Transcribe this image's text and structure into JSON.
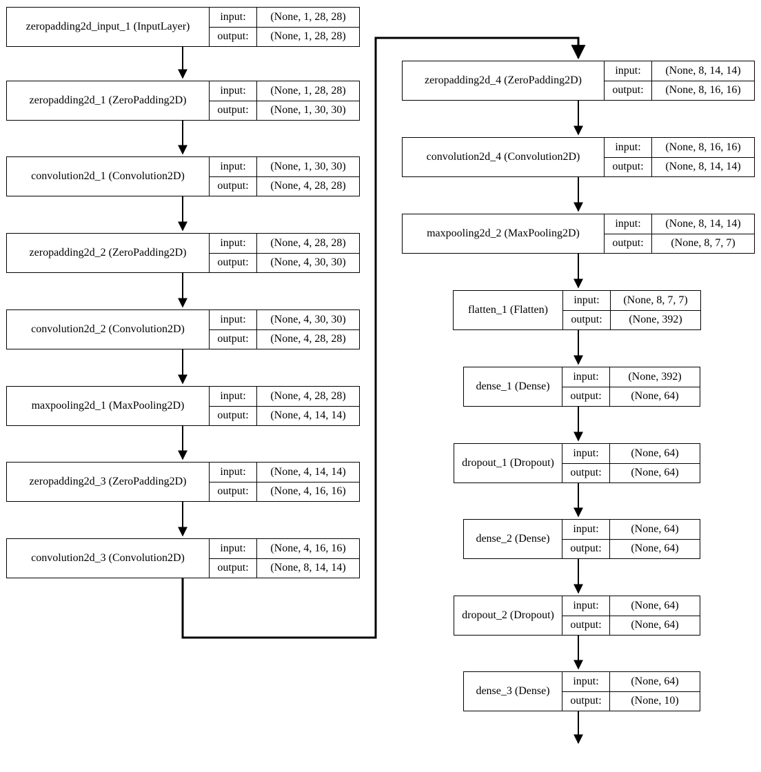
{
  "labels": {
    "input": "input:",
    "output": "output:"
  },
  "nodes": [
    {
      "name": "zeropadding2d_input_1 (InputLayer)",
      "input": "(None, 1, 28, 28)",
      "output": "(None, 1, 28, 28)"
    },
    {
      "name": "zeropadding2d_1 (ZeroPadding2D)",
      "input": "(None, 1, 28, 28)",
      "output": "(None, 1, 30, 30)"
    },
    {
      "name": "convolution2d_1 (Convolution2D)",
      "input": "(None, 1, 30, 30)",
      "output": "(None, 4, 28, 28)"
    },
    {
      "name": "zeropadding2d_2 (ZeroPadding2D)",
      "input": "(None, 4, 28, 28)",
      "output": "(None, 4, 30, 30)"
    },
    {
      "name": "convolution2d_2 (Convolution2D)",
      "input": "(None, 4, 30, 30)",
      "output": "(None, 4, 28, 28)"
    },
    {
      "name": "maxpooling2d_1 (MaxPooling2D)",
      "input": "(None, 4, 28, 28)",
      "output": "(None, 4, 14, 14)"
    },
    {
      "name": "zeropadding2d_3 (ZeroPadding2D)",
      "input": "(None, 4, 14, 14)",
      "output": "(None, 4, 16, 16)"
    },
    {
      "name": "convolution2d_3 (Convolution2D)",
      "input": "(None, 4, 16, 16)",
      "output": "(None, 8, 14, 14)"
    },
    {
      "name": "zeropadding2d_4 (ZeroPadding2D)",
      "input": "(None, 8, 14, 14)",
      "output": "(None, 8, 16, 16)"
    },
    {
      "name": "convolution2d_4 (Convolution2D)",
      "input": "(None, 8, 16, 16)",
      "output": "(None, 8, 14, 14)"
    },
    {
      "name": "maxpooling2d_2 (MaxPooling2D)",
      "input": "(None, 8, 14, 14)",
      "output": "(None, 8, 7, 7)"
    },
    {
      "name": "flatten_1 (Flatten)",
      "input": "(None, 8, 7, 7)",
      "output": "(None, 392)"
    },
    {
      "name": "dense_1 (Dense)",
      "input": "(None, 392)",
      "output": "(None, 64)"
    },
    {
      "name": "dropout_1 (Dropout)",
      "input": "(None, 64)",
      "output": "(None, 64)"
    },
    {
      "name": "dense_2 (Dense)",
      "input": "(None, 64)",
      "output": "(None, 64)"
    },
    {
      "name": "dropout_2 (Dropout)",
      "input": "(None, 64)",
      "output": "(None, 64)"
    },
    {
      "name": "dense_3 (Dense)",
      "input": "(None, 64)",
      "output": "(None, 10)"
    }
  ]
}
